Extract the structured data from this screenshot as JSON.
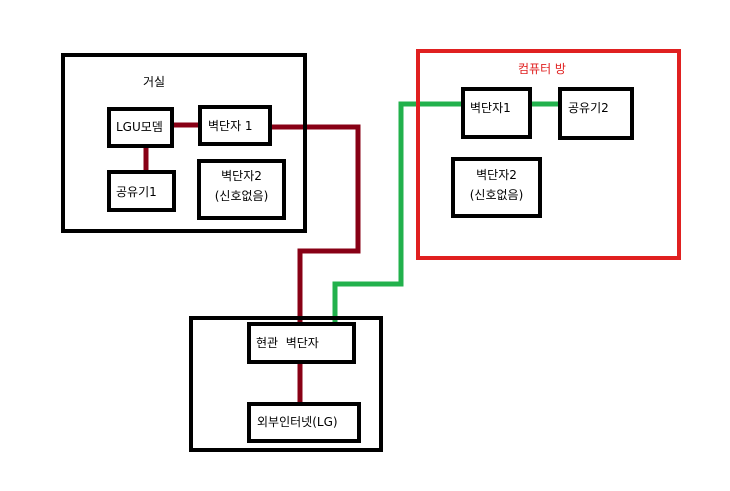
{
  "rooms": {
    "living": {
      "title": "거실"
    },
    "computer": {
      "title": "컴퓨터 방"
    },
    "entrance": {}
  },
  "devices": {
    "lgu_modem": "LGU모뎀",
    "living_wall1": "벽단자 1",
    "living_router1": "공유기1",
    "living_wall2": {
      "line1": "벽단자2",
      "line2": "(신호없음)"
    },
    "computer_wall1": "벽단자1",
    "computer_router2": "공유기2",
    "computer_wall2": {
      "line1": "벽단자2",
      "line2": "(신호없음)"
    },
    "entrance_wall": "현관  벽단자",
    "external_internet": "외부인터넷(LG)"
  },
  "colors": {
    "room_border": "#000000",
    "computer_room_border": "#e02020",
    "computer_room_title": "#e02020",
    "dark_red_cable": "#880015",
    "green_cable": "#22b14c"
  }
}
